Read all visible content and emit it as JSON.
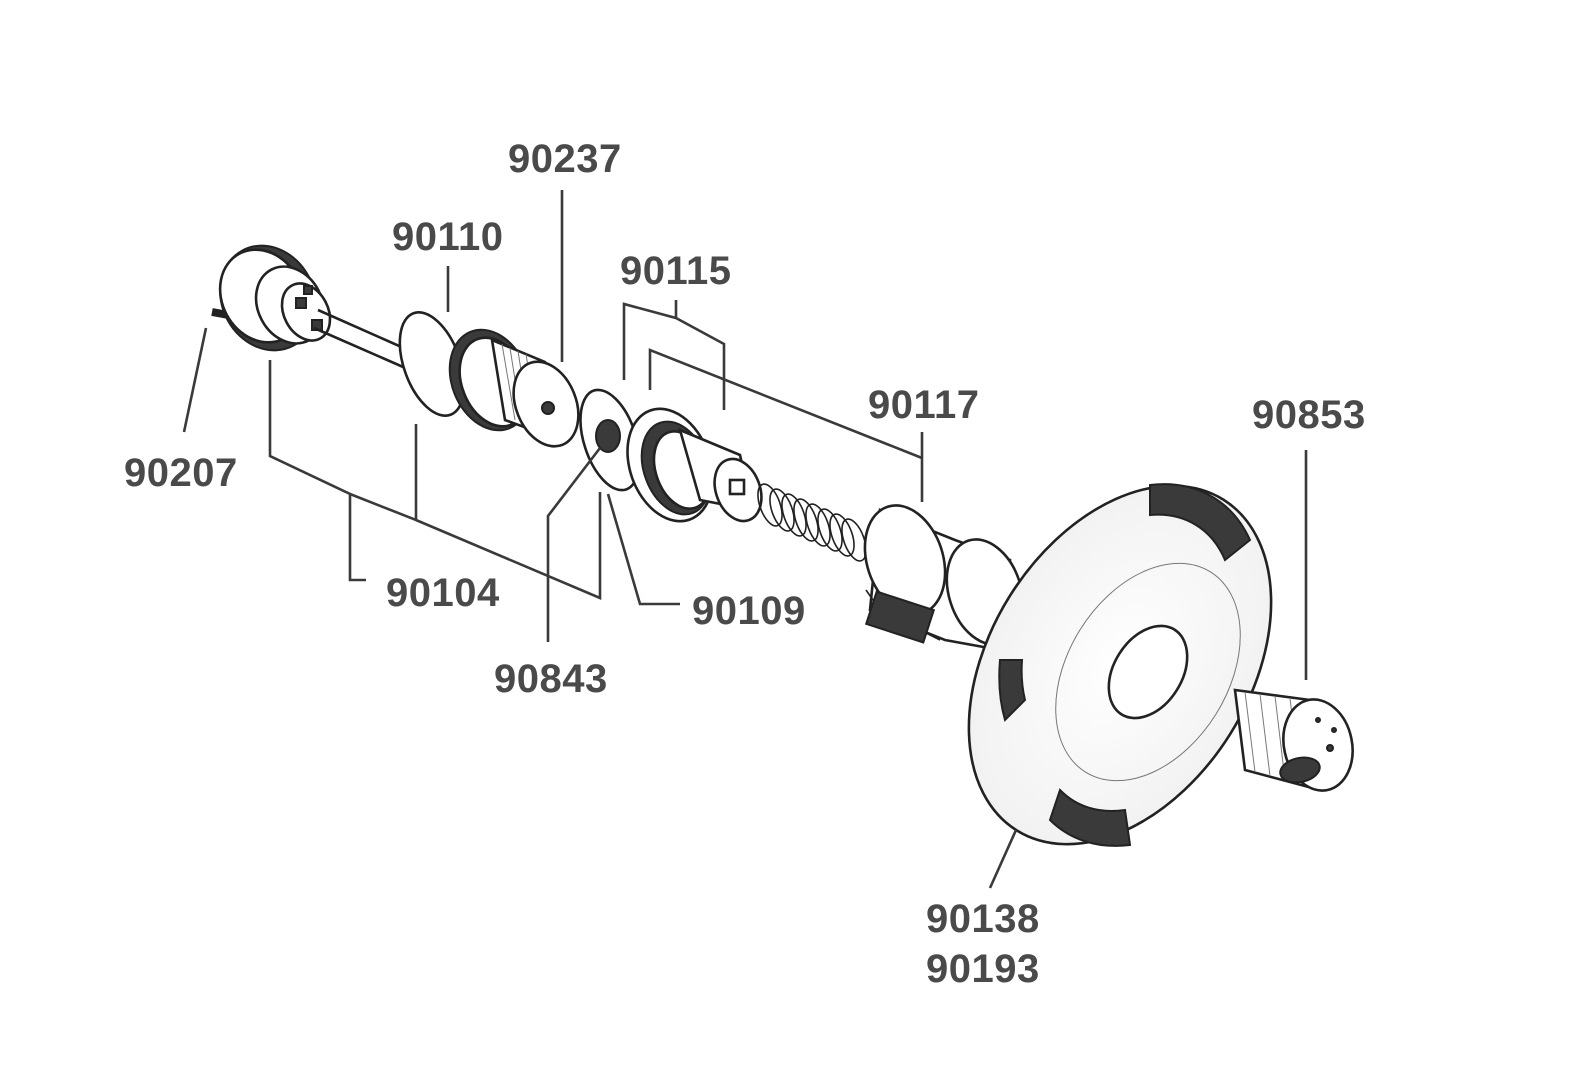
{
  "labels": {
    "p90237": "90237",
    "p90110": "90110",
    "p90115": "90115",
    "p90117": "90117",
    "p90853": "90853",
    "p90207": "90207",
    "p90104": "90104",
    "p90109": "90109",
    "p90843": "90843",
    "p90138": "90138",
    "p90193": "90193"
  }
}
